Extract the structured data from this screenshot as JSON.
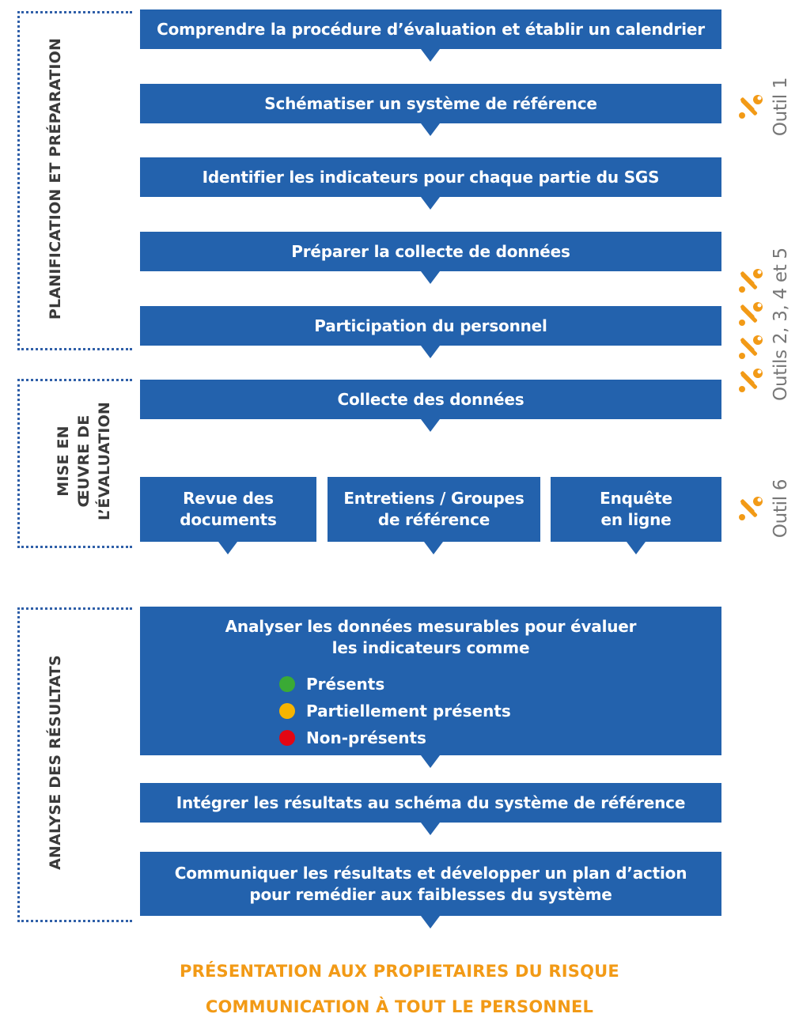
{
  "steps": {
    "s1": "Comprendre la procédure d’évaluation et établir un calendrier",
    "s2": "Schématiser un système de référence",
    "s3": "Identifier les indicateurs pour chaque partie du SGS",
    "s4": "Préparer la collecte de données",
    "s5": "Participation du personnel",
    "s6": "Collecte des données",
    "s7a": [
      "Revue des",
      "documents"
    ],
    "s7b": [
      "Entretiens / Groupes",
      "de référence"
    ],
    "s7c": [
      "Enquête",
      "en ligne"
    ],
    "s8": [
      "Analyser les données mesurables pour évaluer",
      "les indicateurs comme"
    ],
    "s9": "Intégrer les résultats au schéma du système de référence",
    "s10": [
      "Communiquer les résultats et développer un plan d’action",
      "pour remédier aux faiblesses du système"
    ]
  },
  "legend": [
    {
      "label": "Présents",
      "color": "#3aaa35"
    },
    {
      "label": "Partiellement présents",
      "color": "#f6b400"
    },
    {
      "label": "Non-présents",
      "color": "#e30613"
    }
  ],
  "phases": {
    "p1": "PLANIFICATION ET PRÉPARATION",
    "p2": [
      "MISE EN",
      "ŒUVRE DE",
      "L’ÉVALUATION"
    ],
    "p3": "ANALYSE DES RÉSULTATS"
  },
  "tools": {
    "t1": "Outil 1",
    "t2": "Outils 2, 3, 4 et 5",
    "t3": "Outil 6",
    "icon": "tools-icon"
  },
  "footer": {
    "line1": "PRÉSENTATION AUX PROPIETAIRES DU RISQUE",
    "line2": "COMMUNICATION À TOUT LE PERSONNEL"
  },
  "colors": {
    "box": "#2362ad",
    "accent": "#f29a16",
    "bracket": "#2f5fa8"
  }
}
